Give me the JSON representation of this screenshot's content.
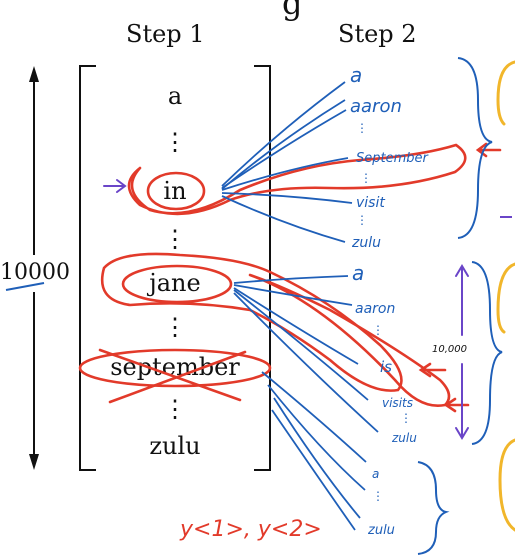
{
  "header": {
    "title_fragment": "g",
    "step1_label": "Step 1",
    "step2_label": "Step 2"
  },
  "dimension_label": "10000",
  "vocabulary": {
    "first": "a",
    "in": "in",
    "jane": "jane",
    "september": "september",
    "last": "zulu",
    "dots": "⋮"
  },
  "step2_notes": {
    "block1": {
      "a": "a",
      "aaron": "aaron",
      "september": "September",
      "visit": "visit",
      "zulu": "zulu"
    },
    "block2": {
      "a": "a",
      "aaron": "aaron",
      "is": "is",
      "visits": "visits",
      "zulu": "zulu",
      "count": "10,000"
    },
    "block3": {
      "a": "a",
      "zulu": "zulu"
    }
  },
  "output_notation": "y<1>, y<2>",
  "colors": {
    "ink_red": "#e23a2a",
    "ink_blue": "#1f5fb8",
    "ink_purple": "#6a45c8",
    "ink_yellow": "#f1b62b",
    "text": "#111111"
  }
}
